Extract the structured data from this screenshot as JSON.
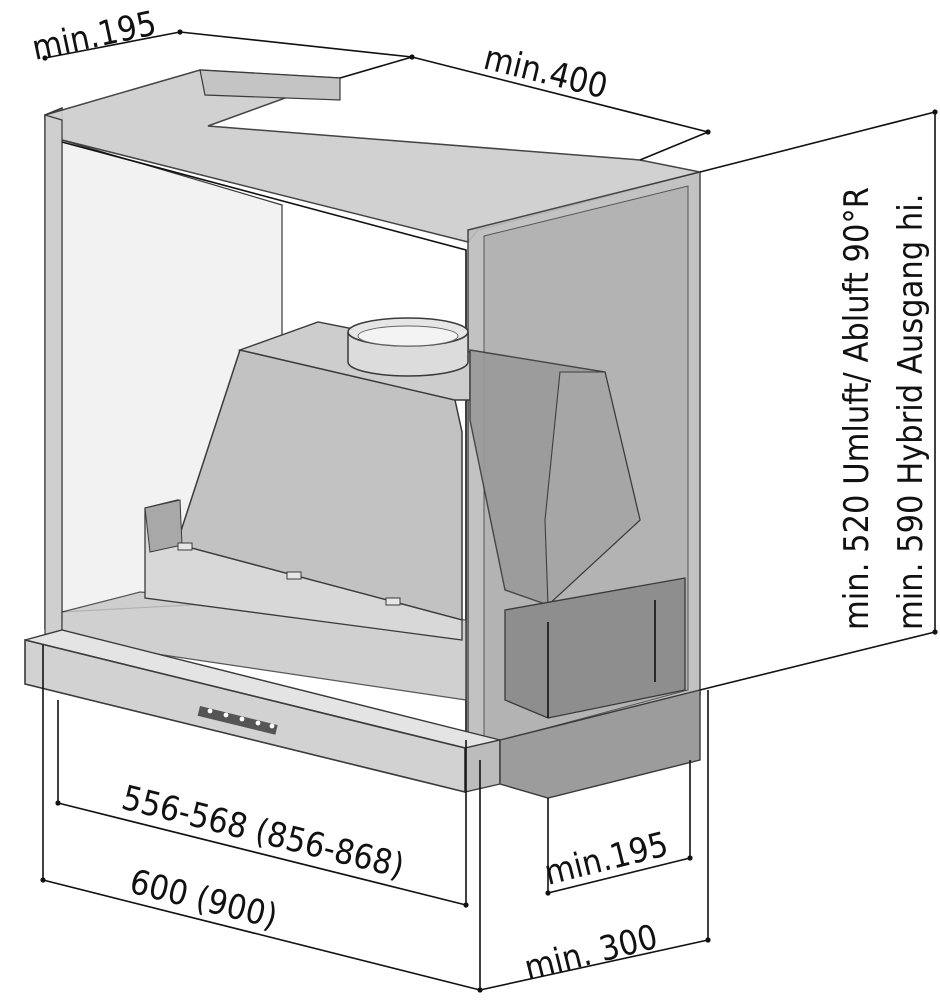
{
  "dimensions": {
    "top_depth": "min.195",
    "top_width": "min.400",
    "inner_width": "556-568 (856-868)",
    "outer_width": "600 (900)",
    "bottom_depth_small": "min.195",
    "bottom_depth_large": "min. 300",
    "height_umluft": "min. 520 Umluft/ Abluft 90°R",
    "height_hybrid": "min. 590 Hybrid Ausgang hi."
  },
  "colors": {
    "cabinet_fill": "#d6d6d6",
    "cabinet_stroke": "#3a3a3a",
    "hood_fill": "#b9b9b9",
    "hood_dark": "#8c8c8c",
    "panel_fill": "#e6e6e6"
  }
}
